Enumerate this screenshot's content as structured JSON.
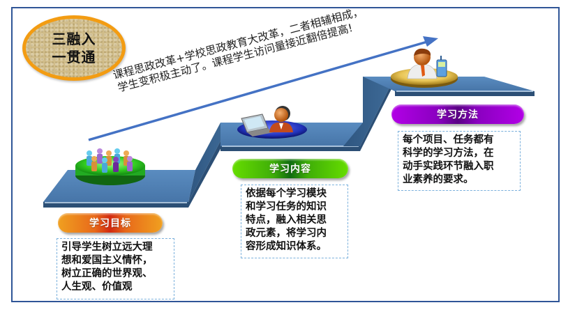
{
  "badge": {
    "line1": "三融入",
    "line2": "一贯通",
    "border_color": "#f39c12",
    "fill_color": "#d1bd8a"
  },
  "slogan": {
    "line1": "课程思政改革+学校思政教育大改革，二者相辅相成，",
    "line2": "学生变积极主动了。课程学生访问量接近翻倍提高!",
    "arrow_color": "#4472c4"
  },
  "steps": [
    {
      "id": "goal",
      "title": "学习目标",
      "icon": "people-group-icon",
      "pill_color": "#e86a1a",
      "lines": [
        "引导学生树立远大理",
        "想和爱国主义情怀，",
        "树立正确的世界观、",
        "人生观、价值观"
      ]
    },
    {
      "id": "content",
      "title": "学习内容",
      "icon": "person-laptop-icon",
      "pill_color": "#3fae08",
      "lines": [
        "依据每个学习模块",
        "和学习任务的知识",
        "特点，融入相关思",
        "政元素，将学习内",
        "容形成知识体系。"
      ]
    },
    {
      "id": "method",
      "title": "学习方法",
      "icon": "person-phone-icon",
      "pill_color": "#8a00c0",
      "lines": [
        "每个项目、任务都有",
        "科学的学习方法，在",
        "动手实践环节融入职",
        "业素养的要求。"
      ]
    }
  ],
  "colors": {
    "frame": "#2f5597",
    "stair_top": "#4f81b4",
    "stair_side": "#3a6591",
    "note_border": "#7ab0dc"
  }
}
